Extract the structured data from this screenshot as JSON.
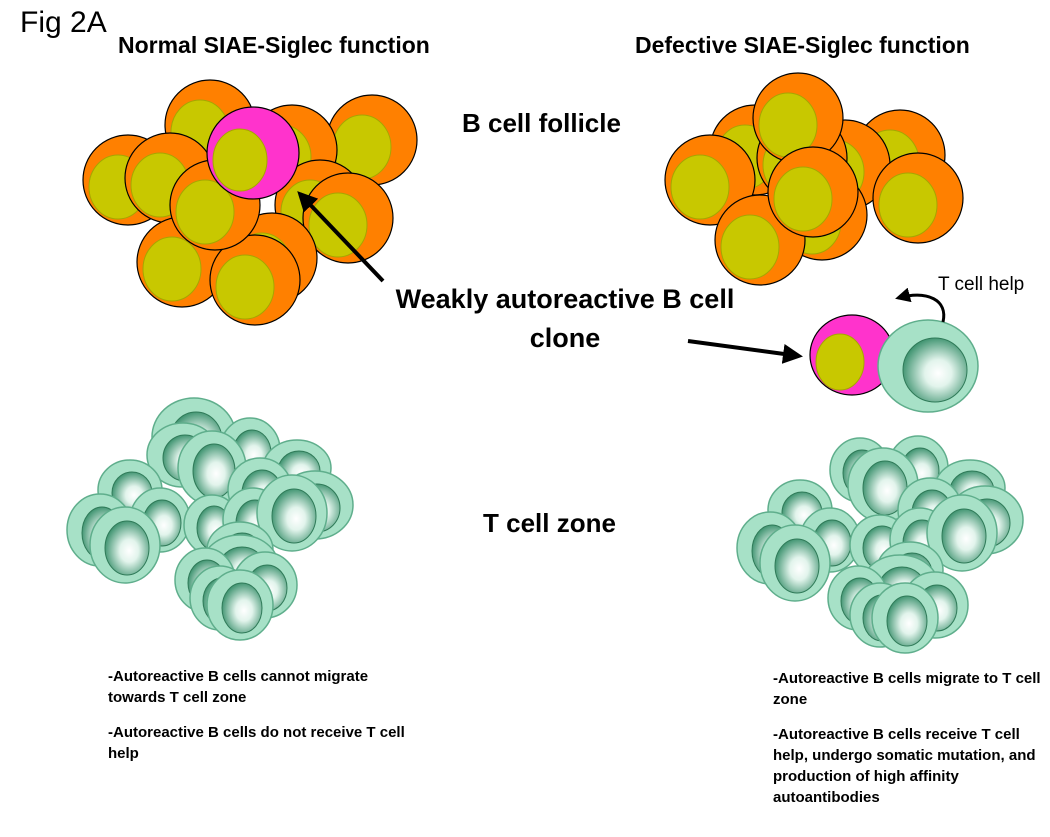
{
  "figure_label": "Fig 2A",
  "left_title": "Normal SIAE-Siglec function",
  "right_title": "Defective SIAE-Siglec function",
  "b_follicle_label": "B cell follicle",
  "clone_label": "Weakly autoreactive B cell clone",
  "t_cell_help_label": "T cell help",
  "t_zone_label": "T cell zone",
  "left_notes": [
    "-Autoreactive B cells cannot migrate towards T cell zone",
    "-Autoreactive B cells do not receive T cell help"
  ],
  "right_notes": [
    "-Autoreactive B cells migrate to T cell zone",
    "-Autoreactive B cells receive T cell help, undergo somatic mutation, and production of high affinity autoantibodies"
  ],
  "colors": {
    "b_cell_outer": "#ff8000",
    "b_cell_nucleus": "#c8c800",
    "autoreactive_outer": "#ff33cc",
    "t_cell_outer": "#a7e1c7",
    "t_cell_nucleus_center": "#ffffff",
    "t_cell_nucleus_edge": "#2f8a64"
  }
}
